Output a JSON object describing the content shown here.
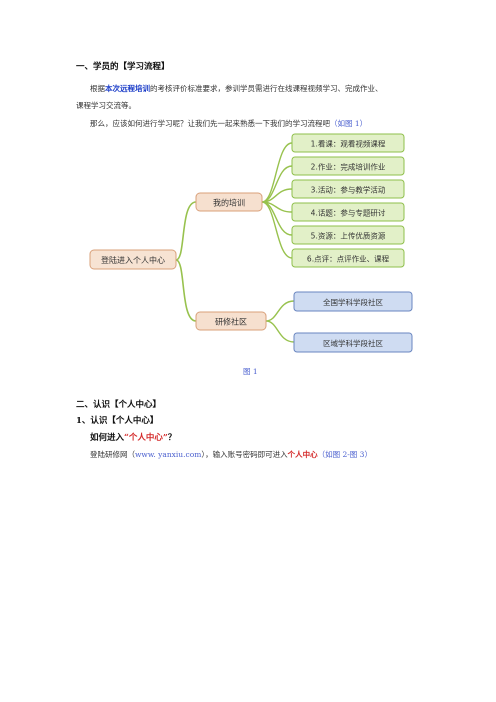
{
  "section1": {
    "heading": "一、学员的【学习流程】",
    "p1_pre": "根据",
    "p1_link": "本次远程培训",
    "p1_post": "的考核评价标准要求，参训学员需进行在线课程视频学习、完成作业、",
    "p1_line2": "课程学习交流等。",
    "p2_main": "那么，应该如何进行学习呢？让我们先一起来熟悉一下我们的学习流程吧",
    "p2_ref": "（如图 1）"
  },
  "diagram": {
    "root": "登陆进入个人中心",
    "branches": [
      {
        "label": "我的培训",
        "items": [
          "1.看课：观看视频课程",
          "2.作业：完成培训作业",
          "3.活动：参与教学活动",
          "4.话题：参与专题研讨",
          "5.资源：上传优质资源",
          "6.点评：点评作业、课程"
        ]
      },
      {
        "label": "研修社区",
        "items": [
          "全国学科学段社区",
          "区域学科学段社区"
        ]
      }
    ],
    "colors": {
      "root_fill": "#f7e3d3",
      "root_stroke": "#d9a07a",
      "mid_fill": "#f6e0cf",
      "green_fill": "#e2f0c8",
      "green_stroke": "#8fbf4b",
      "blue_fill": "#cfdcf2",
      "blue_stroke": "#6a86c0",
      "connector": "#98c24e"
    },
    "caption": "图 1"
  },
  "section2": {
    "heading": "二、认识【个人中心】",
    "sub": "1、认识【个人中心】",
    "q_pre": "如何进入",
    "q_em": "“个人中心”",
    "q_post": "？",
    "line_pre": "登陆研修网（",
    "line_url": "www. yanxiu.com",
    "line_mid": "），输入账号密码即可进入",
    "line_em": "个人中心",
    "line_ref": "（如图 2-图 3）"
  }
}
